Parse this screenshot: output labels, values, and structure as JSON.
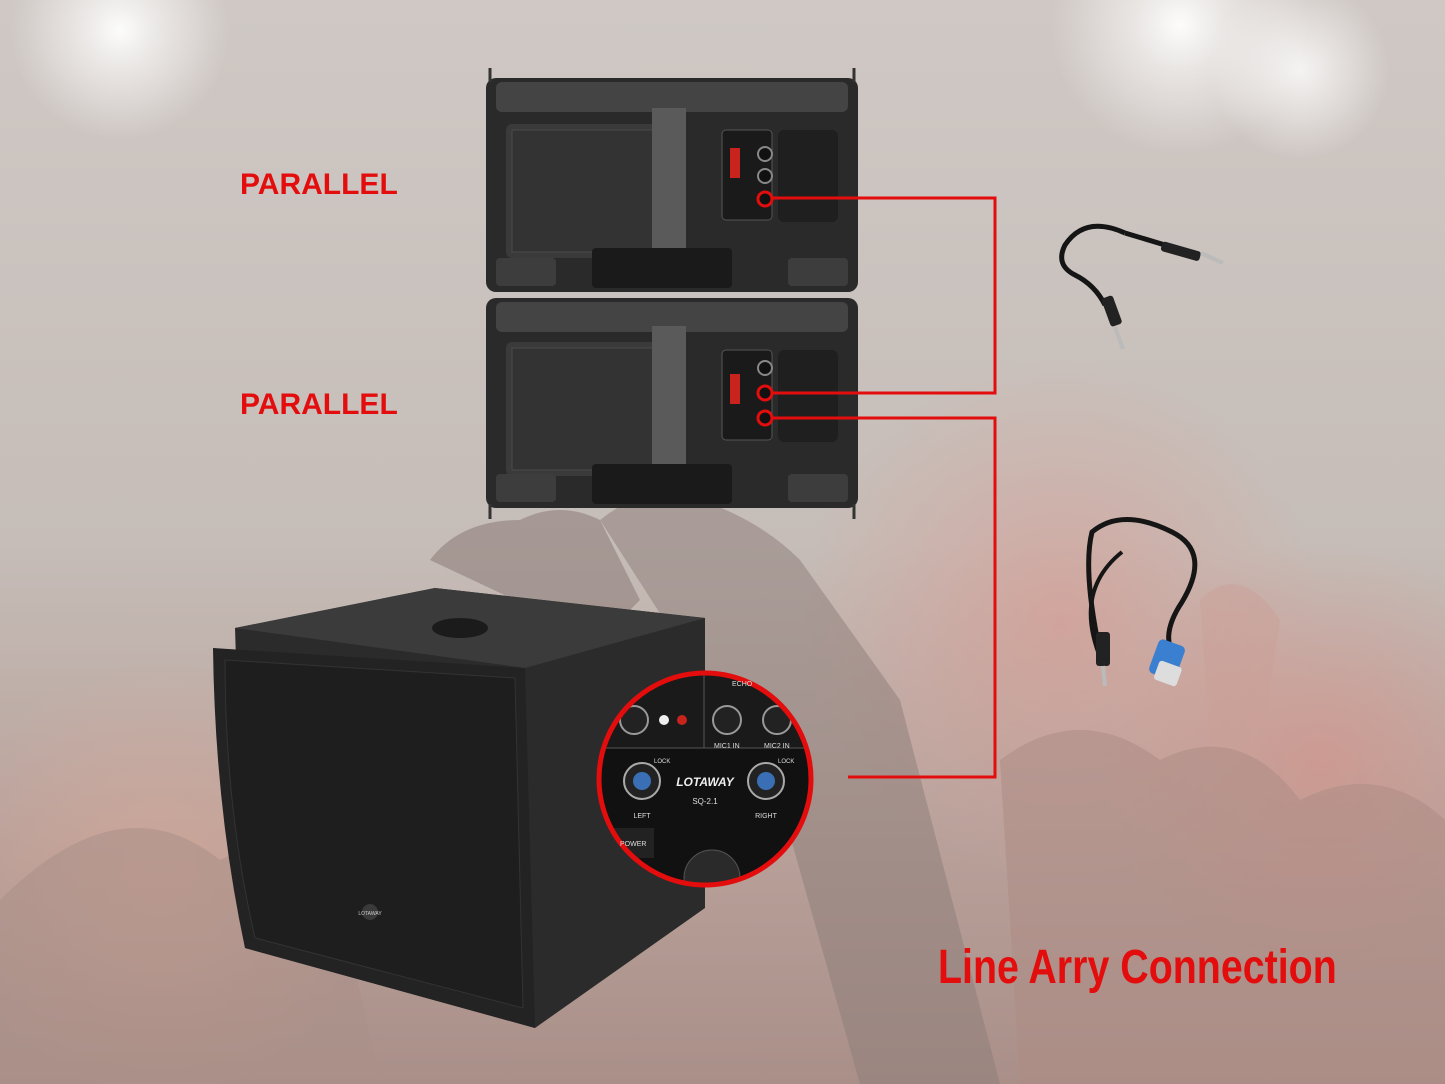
{
  "labels": {
    "parallel_top": "PARALLEL",
    "parallel_bottom": "PARALLEL",
    "title": "Line Arry Connection"
  },
  "subwoofer_panel": {
    "brand": "LOTAWAY",
    "model": "SQ-2.1",
    "left_label": "LEFT",
    "right_label": "RIGHT",
    "power_label": "POWER",
    "mic1_label": "MIC1 IN",
    "mic2_label": "MIC2 IN",
    "echo_label": "ECHO",
    "lock_left": "LOCK",
    "lock_right": "LOCK"
  },
  "subwoofer_badge": "LOTAWAY",
  "colors": {
    "accent": "#e30d0d",
    "speaker_body": "#2b2b2b",
    "background": "#c9c0bb"
  }
}
